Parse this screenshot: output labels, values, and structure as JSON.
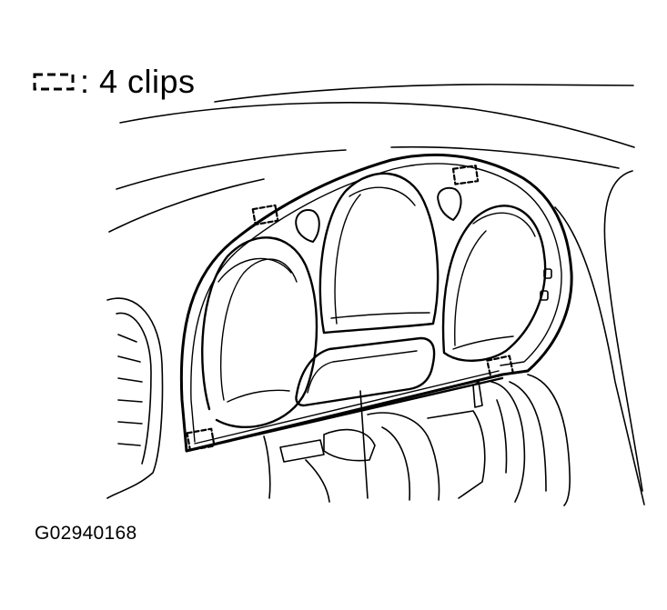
{
  "legend": {
    "symbol": "dashed-rectangle-clip",
    "text": ": 4 clips"
  },
  "figure_code": "G02940168",
  "colors": {
    "line": "#000000",
    "background": "#ffffff"
  }
}
